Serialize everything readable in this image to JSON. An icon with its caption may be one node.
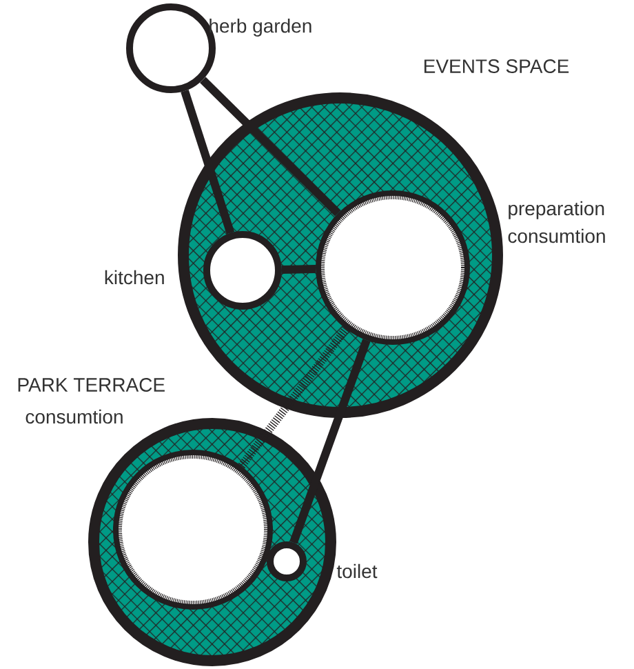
{
  "diagram": {
    "nodes": [
      {
        "text": [
          "herb garden"
        ]
      },
      {
        "text": [
          "EVENTS SPACE"
        ]
      },
      {
        "text": [
          "kitchen"
        ],
        "in": 1
      },
      {
        "text": [
          "preparation consumtion"
        ],
        "in": 1
      },
      {
        "text": [
          "PARK TERRACE"
        ]
      },
      {
        "text": [
          "consumtion"
        ],
        "in": 4
      },
      {
        "text": [
          "toilet"
        ],
        "in": 4
      }
    ],
    "edges": [
      {
        "from": 0,
        "to": 2,
        "arrow": "none"
      },
      {
        "from": 0,
        "to": 3,
        "arrow": "none"
      },
      {
        "from": 2,
        "to": 3,
        "arrow": "none"
      },
      {
        "from": 3,
        "to": 6,
        "arrow": "none"
      },
      {
        "from": 3,
        "to": 5,
        "arrow": "none",
        "style": "dashed"
      }
    ]
  }
}
